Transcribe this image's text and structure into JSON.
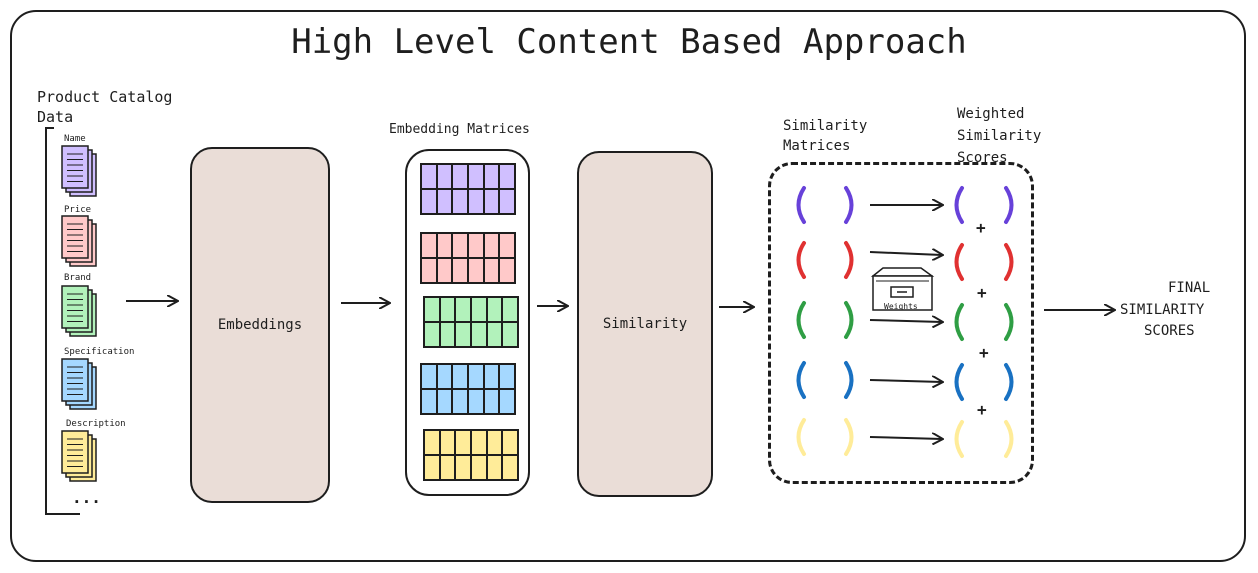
{
  "title": "High Level Content Based Approach",
  "catalog": {
    "heading_line1": "Product Catalog",
    "heading_line2": "Data",
    "docs": [
      {
        "label": "Name",
        "color": "#d0bfff"
      },
      {
        "label": "Price",
        "color": "#ffc9c9"
      },
      {
        "label": "Brand",
        "color": "#b2f2bb"
      },
      {
        "label": "Specification",
        "color": "#a5d8ff"
      },
      {
        "label": "Description",
        "color": "#ffec99"
      }
    ],
    "more": "..."
  },
  "embeddings_box": {
    "label": "Embeddings"
  },
  "embedding_matrices": {
    "heading": "Embedding Matrices",
    "colors": [
      "#d0bfff",
      "#ffc9c9",
      "#b2f2bb",
      "#a5d8ff",
      "#ffec99"
    ]
  },
  "similarity_box": {
    "label": "Similarity"
  },
  "similarity_matrices": {
    "heading_line1": "Similarity",
    "heading_line2": "Matrices",
    "bracket_colors": [
      "#6741d9",
      "#e03131",
      "#2f9e44",
      "#1971c2",
      "#ffec99"
    ]
  },
  "weighted_scores": {
    "heading_line1": "Weighted",
    "heading_line2": "Similarity",
    "heading_line3": "Scores",
    "plus": "+"
  },
  "weights": {
    "label": "Weights"
  },
  "final": {
    "line1": "FINAL",
    "line2": "SIMILARITY",
    "line3": "SCORES"
  }
}
